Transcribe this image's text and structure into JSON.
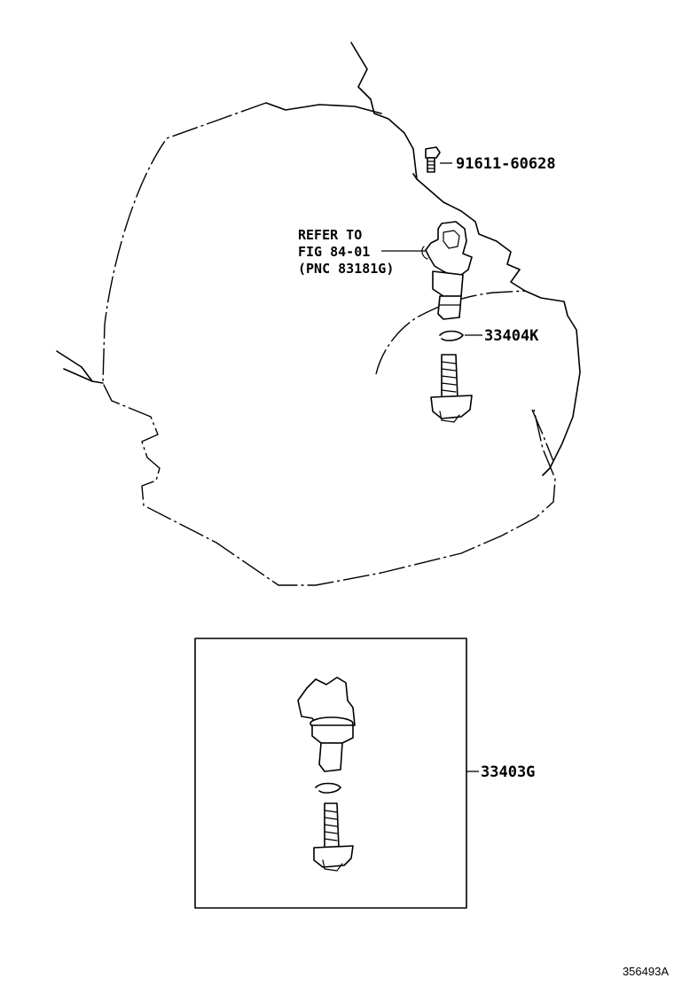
{
  "callouts": {
    "bolt": "91611-60628",
    "clip": "33404K",
    "sensor_kit": "33403G"
  },
  "reference_note": {
    "line1": "REFER TO",
    "line2": "FIG 84-01",
    "line3": "(PNC 83181G)"
  },
  "illustration_id": "356493A"
}
